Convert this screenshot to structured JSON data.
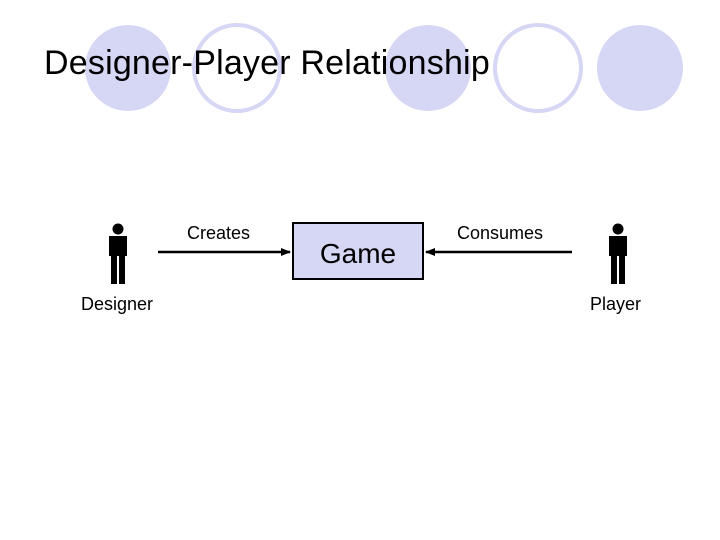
{
  "title": "Designer-Player Relationship",
  "diagram": {
    "designer_label": "Designer",
    "player_label": "Player",
    "game_label": "Game",
    "creates_label": "Creates",
    "consumes_label": "Consumes"
  },
  "colors": {
    "circle_fill": "#d6d6f5",
    "circle_outline": "#d6d6f5",
    "box_fill": "#d6d6f5",
    "stroke": "#000000"
  }
}
